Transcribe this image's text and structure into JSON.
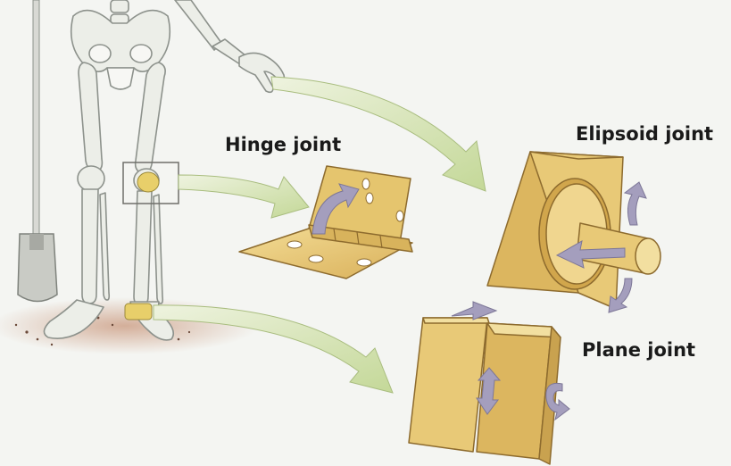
{
  "labels": {
    "hinge": "Hinge joint",
    "ellipsoid": "Elipsoid joint",
    "plane": "Plane joint"
  },
  "colors": {
    "background": "#f4f5f2",
    "bone": "#eceee8",
    "bone_outline": "#8d928c",
    "joint_block": "#e8c977",
    "joint_block_dark": "#c9a24f",
    "joint_highlight": "#f2dfa0",
    "motion_arrow": "#a49ebd",
    "connector_arrow": "#cfe0a8",
    "shadow": "#c9977c",
    "shovel": "#b9bbb5"
  },
  "icons": {
    "skeleton": "human-skeleton-legs",
    "hinge_model": "door-hinge",
    "ellipsoid_model": "ball-socket-block",
    "plane_model": "sliding-blocks"
  }
}
